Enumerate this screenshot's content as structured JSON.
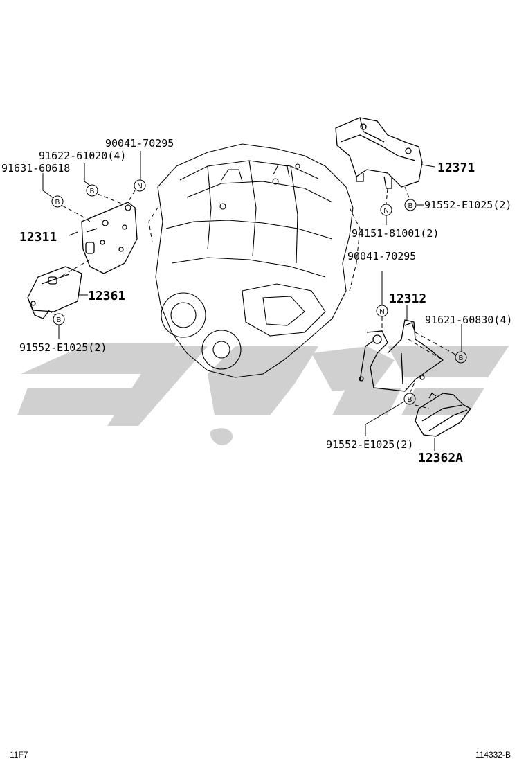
{
  "callout_symbols": {
    "bolt": "B",
    "nut": "N"
  },
  "labels": {
    "p_90041_top": "90041-70295",
    "p_91622": "91622-61020(4)",
    "p_91631": "91631-60618",
    "p_12311": "12311",
    "p_12361": "12361",
    "p_91552_left": "91552-E1025(2)",
    "p_12371": "12371",
    "p_91552_right_top": "91552-E1025(2)",
    "p_94151": "94151-81001(2)",
    "p_90041_right": "90041-70295",
    "p_12312": "12312",
    "p_91621": "91621-60830(4)",
    "p_91552_bottom": "91552-E1025(2)",
    "p_12362A": "12362A"
  },
  "footer": {
    "left_code": "11F7",
    "right_code": "114332-B"
  },
  "colors": {
    "line": "#000000",
    "watermark": "#c8c8c8",
    "background": "#ffffff"
  }
}
